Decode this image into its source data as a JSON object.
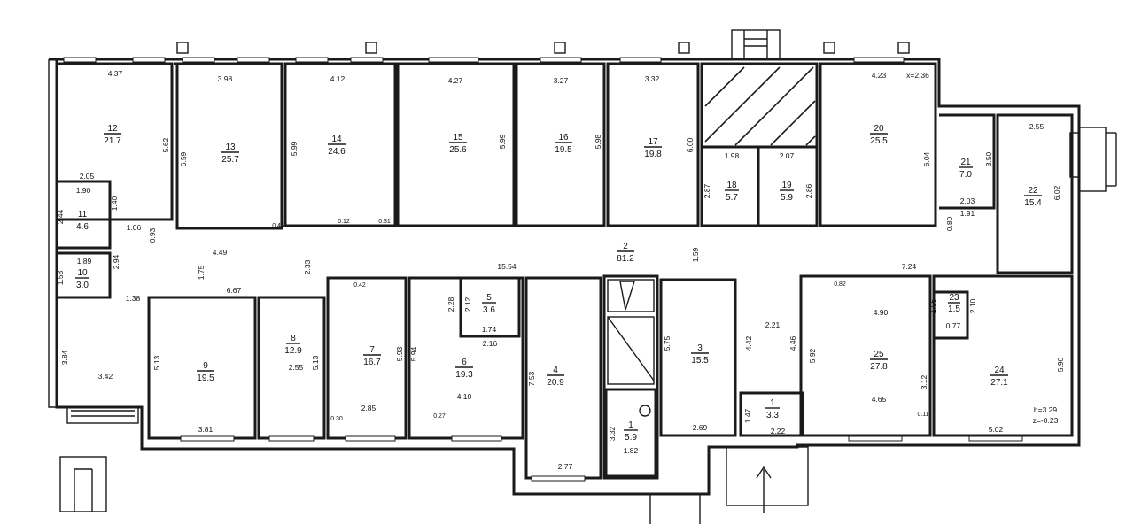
{
  "rooms": [
    {
      "id": "r12",
      "num": "12",
      "area": "21.7"
    },
    {
      "id": "r13",
      "num": "13",
      "area": "25.7"
    },
    {
      "id": "r14",
      "num": "14",
      "area": "24.6"
    },
    {
      "id": "r15",
      "num": "15",
      "area": "25.6"
    },
    {
      "id": "r16",
      "num": "16",
      "area": "19.5"
    },
    {
      "id": "r17",
      "num": "17",
      "area": "19.8"
    },
    {
      "id": "r18",
      "num": "18",
      "area": "5.7"
    },
    {
      "id": "r19",
      "num": "19",
      "area": "5.9"
    },
    {
      "id": "r20",
      "num": "20",
      "area": "25.5"
    },
    {
      "id": "r21",
      "num": "21",
      "area": "7.0"
    },
    {
      "id": "r22",
      "num": "22",
      "area": "15.4"
    },
    {
      "id": "r11",
      "num": "11",
      "area": "4.6"
    },
    {
      "id": "r10",
      "num": "10",
      "area": "3.0"
    },
    {
      "id": "r2",
      "num": "2",
      "area": "81.2"
    },
    {
      "id": "r9",
      "num": "9",
      "area": "19.5"
    },
    {
      "id": "r8",
      "num": "8",
      "area": "12.9"
    },
    {
      "id": "r7",
      "num": "7",
      "area": "16.7"
    },
    {
      "id": "r6",
      "num": "6",
      "area": "19.3"
    },
    {
      "id": "r5",
      "num": "5",
      "area": "3.6"
    },
    {
      "id": "r4",
      "num": "4",
      "area": "20.9"
    },
    {
      "id": "r1a",
      "num": "1",
      "area": "5.9"
    },
    {
      "id": "r3",
      "num": "3",
      "area": "15.5"
    },
    {
      "id": "r1b",
      "num": "1",
      "area": "3.3"
    },
    {
      "id": "r25",
      "num": "25",
      "area": "27.8"
    },
    {
      "id": "r24",
      "num": "24",
      "area": "27.1"
    },
    {
      "id": "r23",
      "num": "23",
      "area": "1.5"
    }
  ],
  "dimensions": [
    "4.37",
    "3.98",
    "4.12",
    "4.27",
    "3.27",
    "3.32",
    "4.23",
    "x=2.36",
    "5.62",
    "6.59",
    "5.99",
    "5.99",
    "5.98",
    "6.00",
    "6.04",
    "1.98",
    "2.07",
    "2.87",
    "2.86",
    "2.55",
    "3.50",
    "6.02",
    "2.03",
    "1.91",
    "0.80",
    "2.05",
    "1.90",
    "2.44",
    "1.40",
    "1.06",
    "0.93",
    "4.49",
    "1.89",
    "1.58",
    "2.94",
    "1.75",
    "2.33",
    "1.38",
    "6.67",
    "15.54",
    "1.59",
    "7.24",
    "3.84",
    "3.42",
    "5.13",
    "3.81",
    "2.55",
    "5.13",
    "5.93",
    "2.85",
    "5.94",
    "4.10",
    "2.16",
    "1.74",
    "2.28",
    "2.12",
    "7.53",
    "2.77",
    "3.32",
    "1.82",
    "5.75",
    "2.69",
    "4.42",
    "2.21",
    "4.46",
    "1.47",
    "2.22",
    "5.92",
    "4.90",
    "4.65",
    "1.96",
    "0.77",
    "2.10",
    "3.12",
    "5.90",
    "5.02",
    "h=3.29",
    "z=-0.23"
  ],
  "small_marks": [
    "0.12",
    "0.31",
    "0.45",
    "0.30",
    "0.27",
    "0.42",
    "0.82",
    "0.11"
  ]
}
